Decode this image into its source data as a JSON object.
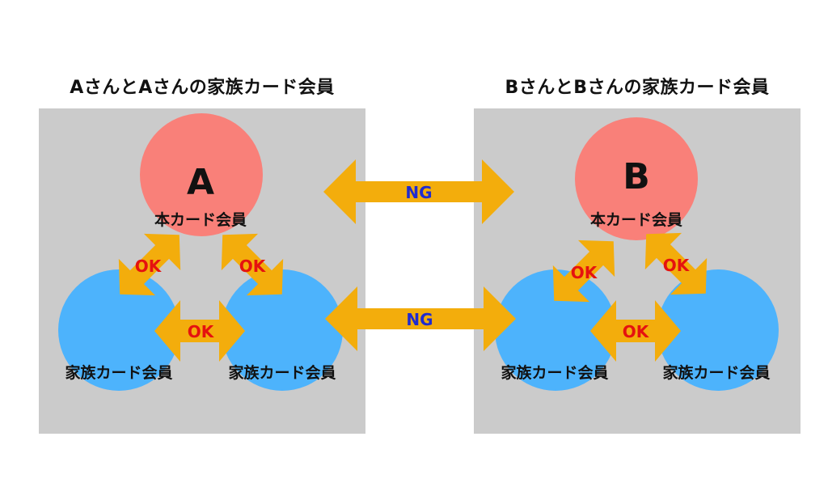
{
  "colors": {
    "panel": "#cbcbcb",
    "primary_member": "#f98079",
    "family_member": "#4db3fc",
    "arrow": "#f3ad0c",
    "ok_text": "#e5120f",
    "ng_text": "#1f2bd0",
    "label_text": "#111111"
  },
  "groups": [
    {
      "heading": "AさんとAさんの家族カード会員",
      "primary": {
        "letter": "A",
        "label": "本カード会員"
      },
      "family": [
        {
          "label": "家族カード会員"
        },
        {
          "label": "家族カード会員"
        }
      ],
      "links": [
        {
          "between": "primary-family1",
          "label": "OK"
        },
        {
          "between": "primary-family2",
          "label": "OK"
        },
        {
          "between": "family1-family2",
          "label": "OK"
        }
      ]
    },
    {
      "heading": "BさんとBさんの家族カード会員",
      "primary": {
        "letter": "B",
        "label": "本カード会員"
      },
      "family": [
        {
          "label": "家族カード会員"
        },
        {
          "label": "家族カード会員"
        }
      ],
      "links": [
        {
          "between": "primary-family1",
          "label": "OK"
        },
        {
          "between": "primary-family2",
          "label": "OK"
        },
        {
          "between": "family1-family2",
          "label": "OK"
        }
      ]
    }
  ],
  "cross_links": [
    {
      "between": "A-primary and B-primary",
      "label": "NG"
    },
    {
      "between": "A-family and B-family",
      "label": "NG"
    }
  ]
}
